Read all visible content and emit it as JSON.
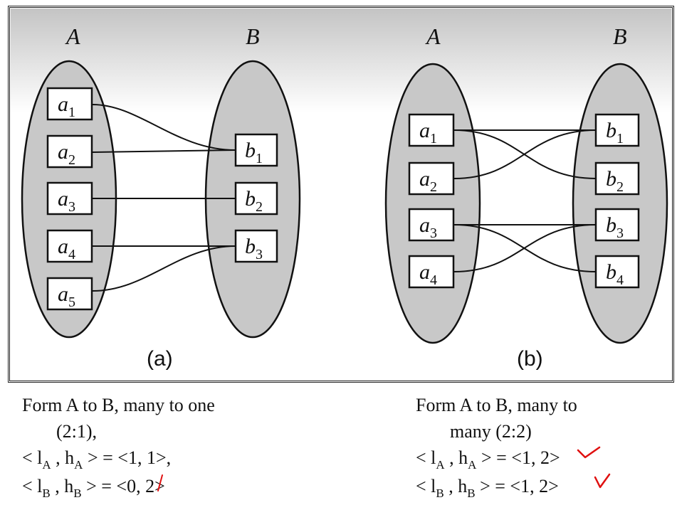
{
  "diagram_a": {
    "set_a_title": "A",
    "set_b_title": "B",
    "caption": "(a)",
    "left_nodes": [
      {
        "base": "a",
        "sub": "1"
      },
      {
        "base": "a",
        "sub": "2"
      },
      {
        "base": "a",
        "sub": "3"
      },
      {
        "base": "a",
        "sub": "4"
      },
      {
        "base": "a",
        "sub": "5"
      }
    ],
    "right_nodes": [
      {
        "base": "b",
        "sub": "1"
      },
      {
        "base": "b",
        "sub": "2"
      },
      {
        "base": "b",
        "sub": "3"
      }
    ],
    "edges": [
      [
        "a1",
        "b1"
      ],
      [
        "a2",
        "b1"
      ],
      [
        "a3",
        "b2"
      ],
      [
        "a4",
        "b3"
      ],
      [
        "a5",
        "b3"
      ]
    ]
  },
  "diagram_b": {
    "set_a_title": "A",
    "set_b_title": "B",
    "caption": "(b)",
    "left_nodes": [
      {
        "base": "a",
        "sub": "1"
      },
      {
        "base": "a",
        "sub": "2"
      },
      {
        "base": "a",
        "sub": "3"
      },
      {
        "base": "a",
        "sub": "4"
      }
    ],
    "right_nodes": [
      {
        "base": "b",
        "sub": "1"
      },
      {
        "base": "b",
        "sub": "2"
      },
      {
        "base": "b",
        "sub": "3"
      },
      {
        "base": "b",
        "sub": "4"
      }
    ],
    "edges": [
      [
        "a1",
        "b1"
      ],
      [
        "a1",
        "b2"
      ],
      [
        "a2",
        "b1"
      ],
      [
        "a3",
        "b3"
      ],
      [
        "a3",
        "b4"
      ],
      [
        "a4",
        "b3"
      ]
    ]
  },
  "notes_left": {
    "line1": "Form A to B, many to one",
    "line2": "(2:1),",
    "line3": {
      "open": "< l",
      "sub1": "A",
      "mid": " , h",
      "sub2": "A",
      "close": " > = <1, 1>,"
    },
    "line4": {
      "open": "< l",
      "sub1": "B",
      "mid": " , h",
      "sub2": "B",
      "close": " > = <0, 2>"
    }
  },
  "notes_right": {
    "line1": "Form A to B, many to",
    "line2": "many (2:2)",
    "line3": {
      "open": "< l",
      "sub1": "A",
      "mid": " , h",
      "sub2": "A",
      "close": " > = <1, 2>"
    },
    "line4": {
      "open": "< l",
      "sub1": "B",
      "mid": " , h",
      "sub2": "B",
      "close": " > = <1, 2>"
    }
  },
  "colors": {
    "ellipse_fill": "#c8c8c8",
    "stroke": "#111111",
    "annotation_red": "#e01010",
    "frame_gradient_top": "#c4c4c4"
  }
}
